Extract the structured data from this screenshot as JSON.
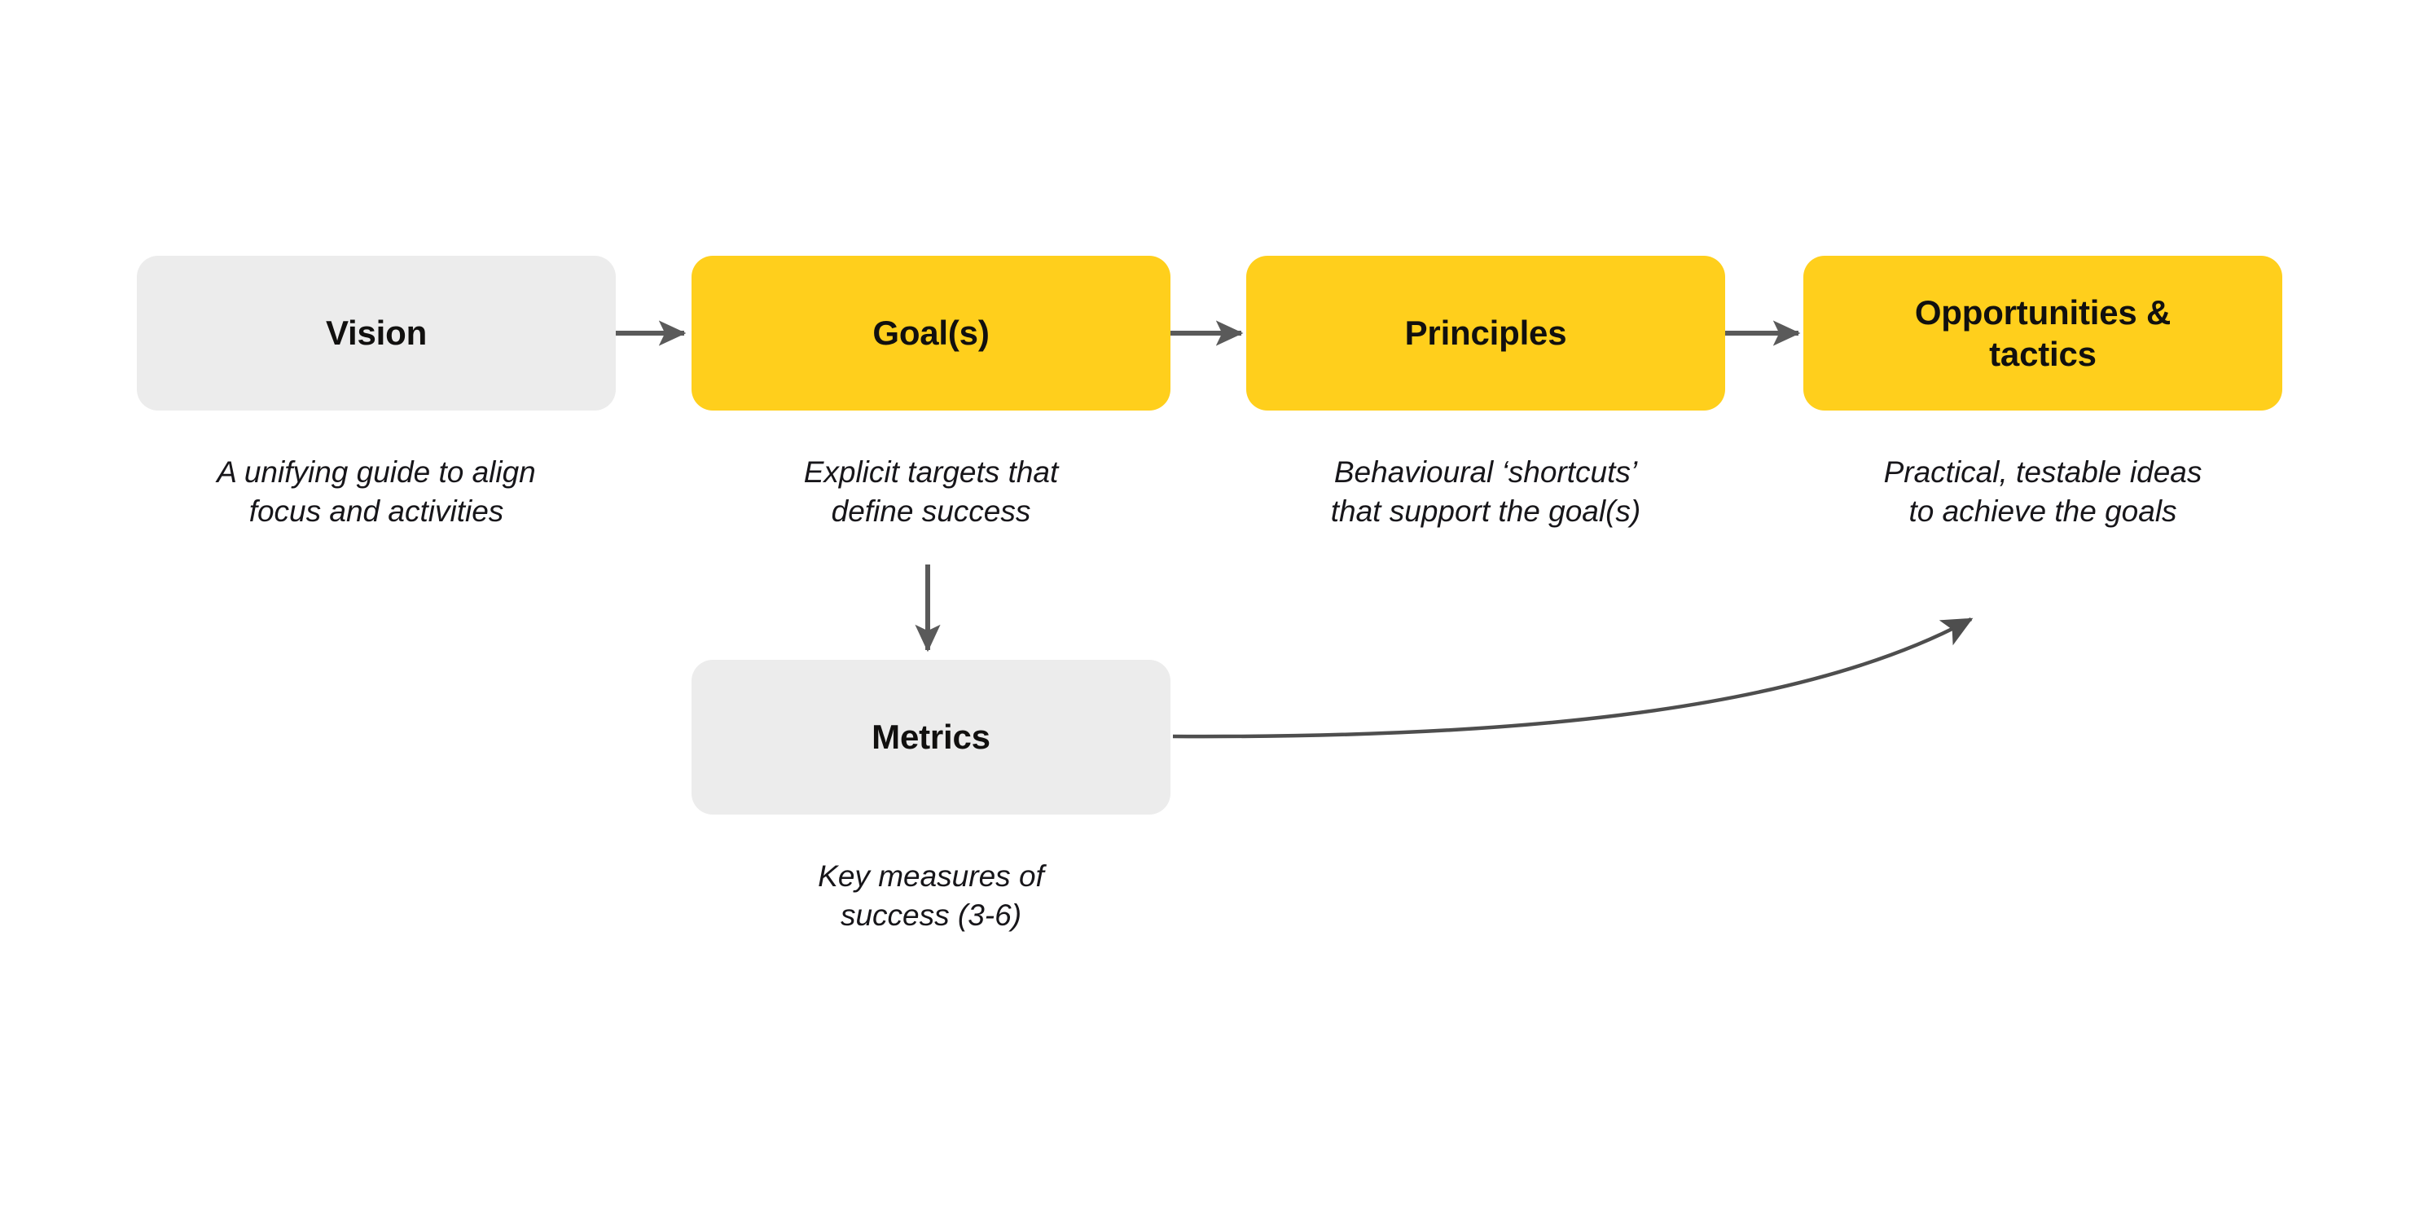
{
  "diagram": {
    "title": "Strategy framework flow",
    "colors": {
      "background": "#ffffff",
      "box_grey": "#ececec",
      "box_yellow": "#ffcf1c",
      "text": "#11100f",
      "connector": "#5a5a5a"
    },
    "nodes": [
      {
        "id": "vision",
        "label": "Vision",
        "caption": "A unifying guide to align\nfocus and activities",
        "style": "grey"
      },
      {
        "id": "goals",
        "label": "Goal(s)",
        "caption": "Explicit targets that\ndefine success",
        "style": "yellow"
      },
      {
        "id": "principles",
        "label": "Principles",
        "caption": "Behavioural ‘shortcuts’\nthat support the goal(s)",
        "style": "yellow"
      },
      {
        "id": "opportunities",
        "label": "Opportunities &\ntactics",
        "caption": "Practical, testable ideas\nto achieve the goals",
        "style": "yellow"
      },
      {
        "id": "metrics",
        "label": "Metrics",
        "caption": "Key measures of\nsuccess (3-6)",
        "style": "grey"
      }
    ],
    "connectors": [
      {
        "id": "vision-to-goals",
        "from": "vision",
        "to": "goals",
        "kind": "straight-right"
      },
      {
        "id": "goals-to-principles",
        "from": "goals",
        "to": "principles",
        "kind": "straight-right"
      },
      {
        "id": "principles-to-opportunities",
        "from": "principles",
        "to": "opportunities",
        "kind": "straight-right"
      },
      {
        "id": "goals-to-metrics",
        "from": "goals",
        "to": "metrics",
        "kind": "straight-down"
      },
      {
        "id": "metrics-to-opportunities",
        "from": "metrics",
        "to": "opportunities",
        "kind": "curved-up-right"
      }
    ]
  }
}
